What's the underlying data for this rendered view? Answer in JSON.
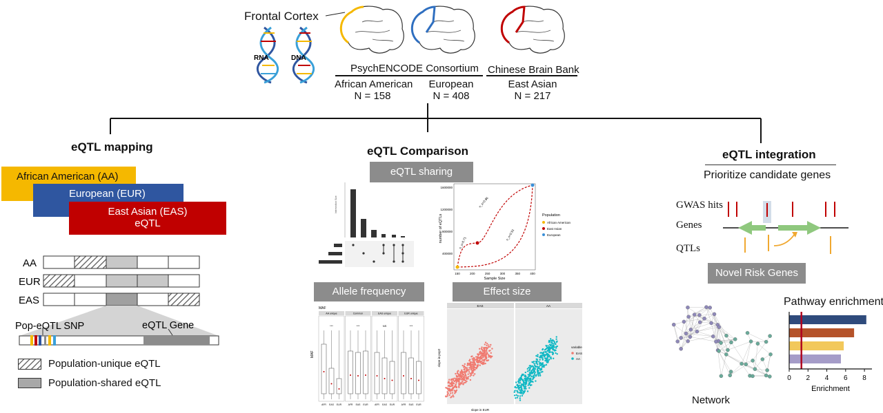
{
  "header": {
    "frontal_cortex": "Frontal Cortex",
    "rna": "RNA",
    "dna": "DNA",
    "psychencode": "PsychENCODE Consortium",
    "chinese_bank": "Chinese Brain Bank",
    "groups": [
      {
        "name": "African American",
        "n": "N = 158"
      },
      {
        "name": "European",
        "n": "N = 408"
      },
      {
        "name": "East Asian",
        "n": "N = 217"
      }
    ]
  },
  "colors": {
    "aa": "#f5b800",
    "eur": "#2f56a0",
    "eas": "#c00000",
    "gray": "#8c8c8c",
    "green": "#8fc87e",
    "orange": "#f0a830"
  },
  "mapping": {
    "title": "eQTL mapping",
    "bars": {
      "aa": "African American (AA)",
      "eur": "European (EUR)",
      "eas": "East Asian (EAS)",
      "eqtl": "eQTL"
    },
    "rows": [
      "AA",
      "EUR",
      "EAS"
    ],
    "snp_label": "Pop-eQTL SNP",
    "gene_label": "eQTL Gene",
    "legend": {
      "unique": "Population-unique eQTL",
      "shared": "Population-shared eQTL"
    }
  },
  "comparison": {
    "title": "eQTL Comparison",
    "sharing": "eQTL sharing",
    "allele": "Allele frequency",
    "effect": "Effect size",
    "scatter": {
      "ylabel": "number of eQTLs",
      "xlabel": "Sample Size",
      "xticks": [
        "150",
        "200",
        "250",
        "300",
        "350",
        "400"
      ],
      "yticks": [
        "1600000",
        "1200000",
        "800000",
        "400000"
      ],
      "legend_title": "Population",
      "legend": [
        "African American",
        "East Asian",
        "European"
      ],
      "annot": [
        "n_s=0.86",
        "n_s=0.71",
        "n_s=0.91"
      ]
    },
    "maf": {
      "title": "MAF",
      "ylabel": "MAF",
      "panels": [
        "AA unique",
        "Common",
        "EAS unique",
        "EUR unique"
      ],
      "xticks": [
        "AFR",
        "EAS",
        "EUR"
      ],
      "sig": [
        "***",
        "***",
        "NS",
        "***"
      ]
    },
    "effect_plot": {
      "panels": [
        "EAS",
        "AA"
      ],
      "ylabel": "slope in pop2",
      "xlabel": "slope in EUR",
      "legend_title": "variable",
      "legend": [
        "EAS",
        "AA"
      ]
    }
  },
  "integration": {
    "title": "eQTL integration",
    "subtitle": "Prioritize candidate genes",
    "tracks": [
      "GWAS hits",
      "Genes",
      "QTLs"
    ],
    "novel": "Novel Risk Genes",
    "network": "Network",
    "pathway": "Pathway enrichment",
    "enrich_xlabel": "Enrichment",
    "enrich_xticks": [
      "0",
      "2",
      "4",
      "6",
      "8"
    ],
    "enrich_values": [
      8.2,
      6.9,
      5.8,
      5.5
    ],
    "enrich_colors": [
      "#2f4b7c",
      "#b5532a",
      "#f2c85b",
      "#a59cc8"
    ],
    "threshold": 1.3
  }
}
